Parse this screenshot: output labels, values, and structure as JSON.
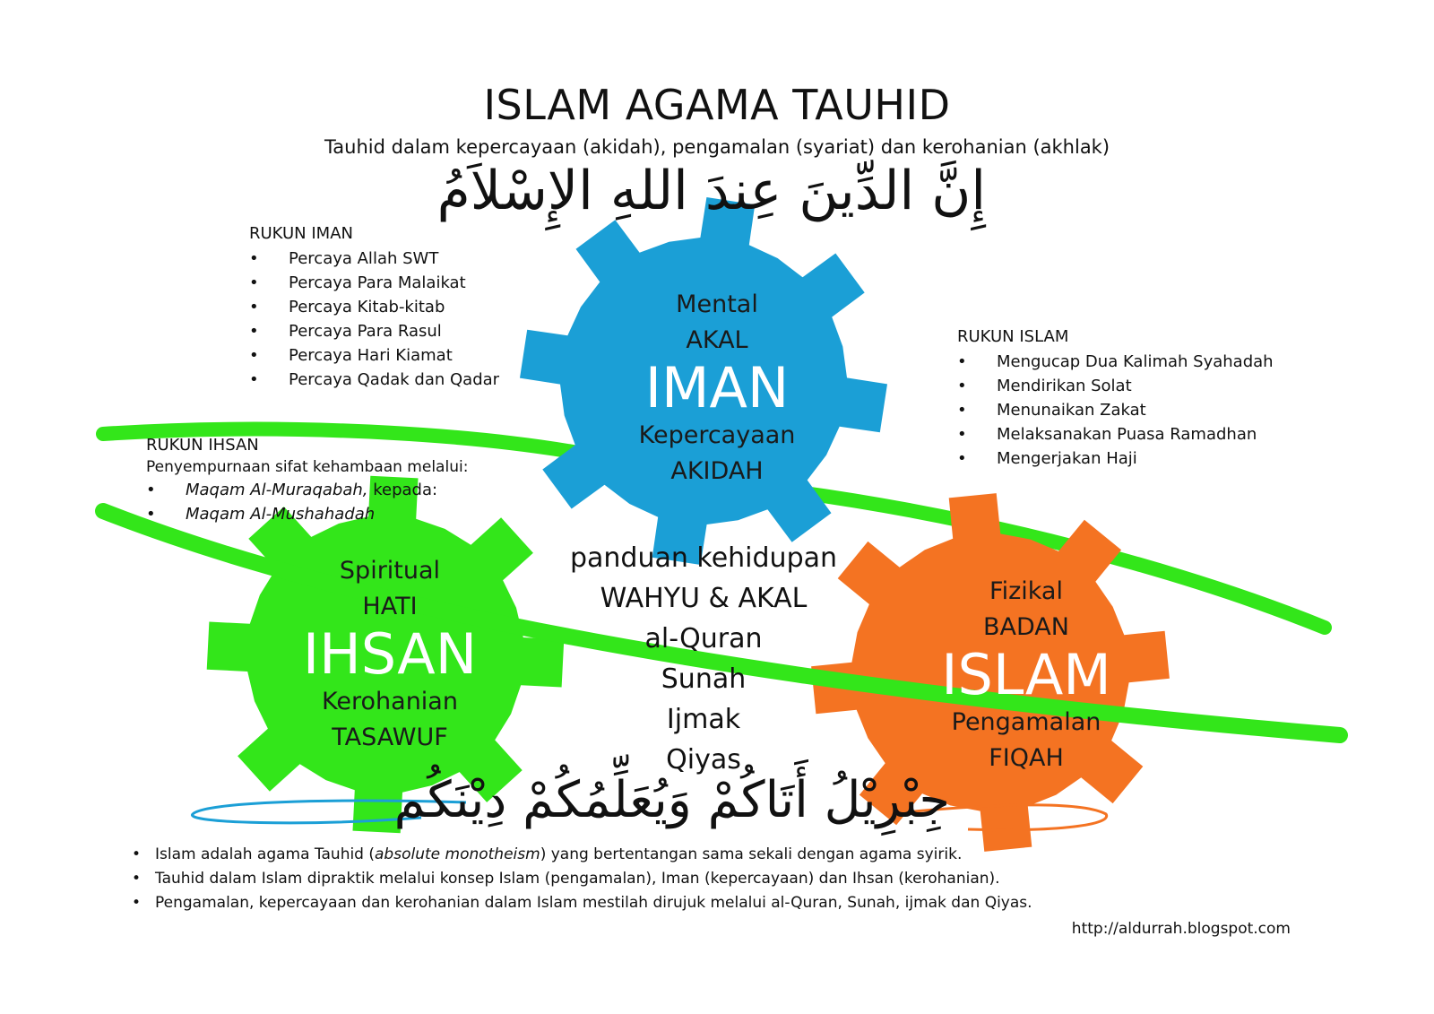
{
  "title": "ISLAM AGAMA TAUHID",
  "subtitle": "Tauhid dalam kepercayaan (akidah), pengamalan (syariat) dan kerohanian (akhlak)",
  "arabic_top": "إِنَّ الدِّينَ عِندَ اللهِ الإِسْلاَمُ",
  "arabic_bottom": "جِبْرِيْلُ أَتَاكُمْ وَيُعَلِّمُكُمْ دِيْنَكُم",
  "colors": {
    "iman": "#1b9fd6",
    "ihsan": "#33e61a",
    "islam": "#f47322",
    "ring": "#33e61a"
  },
  "rukun_iman": {
    "heading": "RUKUN IMAN",
    "items": [
      "Percaya Allah SWT",
      "Percaya Para Malaikat",
      "Percaya Kitab-kitab",
      "Percaya Para Rasul",
      "Percaya Hari Kiamat",
      "Percaya Qadak dan Qadar"
    ]
  },
  "rukun_islam": {
    "heading": "RUKUN ISLAM",
    "items": [
      "Mengucap Dua Kalimah Syahadah",
      "Mendirikan Solat",
      "Menunaikan Zakat",
      "Melaksanakan Puasa Ramadhan",
      "Mengerjakan Haji"
    ]
  },
  "rukun_ihsan": {
    "heading": "RUKUN IHSAN",
    "intro": "Penyempurnaan sifat kehambaan melalui:",
    "items": [
      {
        "em": "Maqam Al-Muraqabah,",
        "rest": " kepada:"
      },
      {
        "em": "Maqam Al-Mushahadah",
        "rest": ""
      }
    ]
  },
  "gears": {
    "iman": {
      "line1": "Mental",
      "line2": "AKAL",
      "name": "IMAN",
      "line3": "Kepercayaan",
      "line4": "AKIDAH"
    },
    "ihsan": {
      "line1": "Spiritual",
      "line2": "HATI",
      "name": "IHSAN",
      "line3": "Kerohanian",
      "line4": "TASAWUF"
    },
    "islam": {
      "line1": "Fizikal",
      "line2": "BADAN",
      "name": "ISLAM",
      "line3": "Pengamalan",
      "line4": "FIQAH"
    }
  },
  "center": [
    "panduan kehidupan",
    "WAHYU & AKAL",
    "al-Quran",
    "Sunah",
    "Ijmak",
    "Qiyas"
  ],
  "footer_notes": [
    {
      "pre": "Islam adalah agama Tauhid (",
      "em": "absolute monotheism",
      "post": ") yang bertentangan sama sekali dengan agama syirik."
    },
    {
      "pre": "Tauhid dalam Islam dipraktik melalui konsep Islam (pengamalan), Iman (kepercayaan) dan Ihsan (kerohanian).",
      "em": "",
      "post": ""
    },
    {
      "pre": "Pengamalan, kepercayaan dan kerohanian dalam Islam mestilah dirujuk melalui al-Quran, Sunah, ijmak dan Qiyas.",
      "em": "",
      "post": ""
    }
  ],
  "url": "http://aldurrah.blogspot.com"
}
